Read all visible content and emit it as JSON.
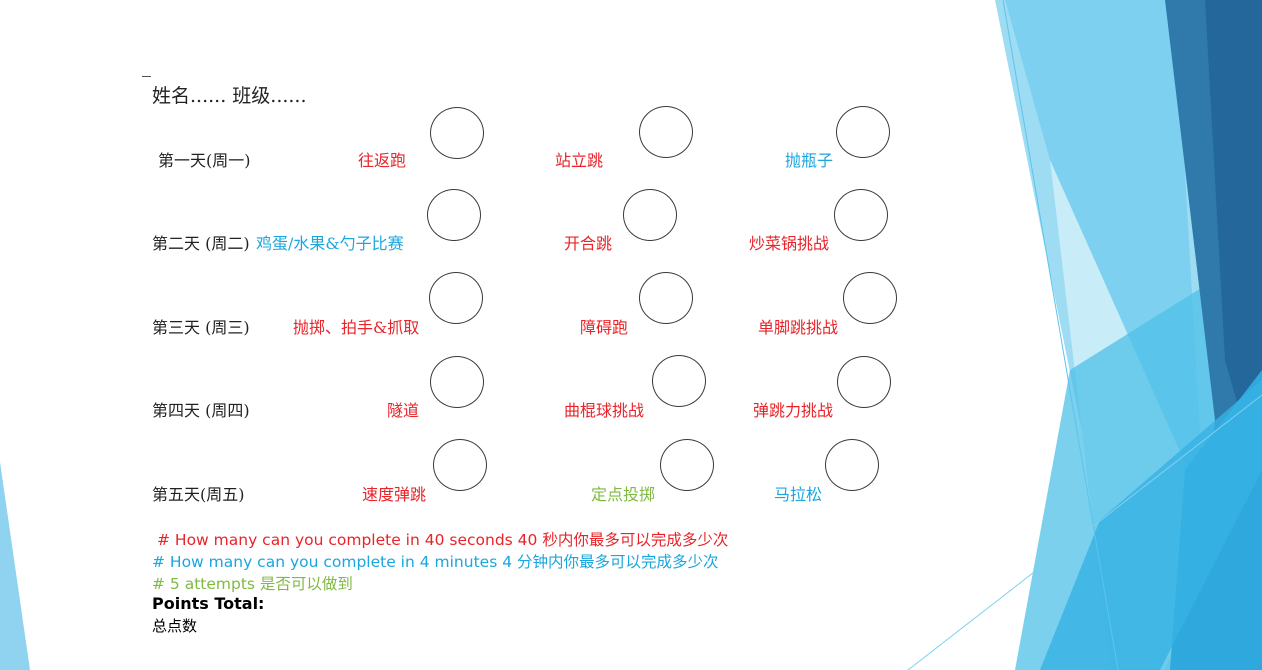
{
  "header": {
    "name_class_line": "姓名...... 班级......"
  },
  "colors": {
    "red": "#e8242a",
    "blue": "#1ba6de",
    "green": "#7fba42",
    "text": "#222222"
  },
  "days": [
    {
      "label": "第一天(周一)",
      "activities": [
        {
          "label": "往返跑",
          "color": "red"
        },
        {
          "label": "站立跳",
          "color": "red"
        },
        {
          "label": "抛瓶子",
          "color": "blue"
        }
      ]
    },
    {
      "label": "第二天 (周二)",
      "activities": [
        {
          "label": "鸡蛋/水果&勺子比赛",
          "color": "blue"
        },
        {
          "label": "开合跳",
          "color": "red"
        },
        {
          "label": "炒菜锅挑战",
          "color": "red"
        }
      ]
    },
    {
      "label": "第三天 (周三)",
      "activities": [
        {
          "label": "抛掷、拍手&抓取",
          "color": "red"
        },
        {
          "label": "障碍跑",
          "color": "red"
        },
        {
          "label": "单脚跳挑战",
          "color": "red"
        }
      ]
    },
    {
      "label": "第四天 (周四)",
      "activities": [
        {
          "label": "隧道",
          "color": "red"
        },
        {
          "label": "曲棍球挑战",
          "color": "red"
        },
        {
          "label": "弹跳力挑战",
          "color": "red"
        }
      ]
    },
    {
      "label": "第五天(周五)",
      "activities": [
        {
          "label": "速度弹跳",
          "color": "red"
        },
        {
          "label": "定点投掷",
          "color": "green"
        },
        {
          "label": "马拉松",
          "color": "blue"
        }
      ]
    }
  ],
  "legend": [
    {
      "text": "# How many can you complete in 40 seconds 40 秒内你最多可以完成多少次",
      "color": "red"
    },
    {
      "text": "# How many can you complete in 4 minutes 4 分钟内你最多可以完成多少次",
      "color": "blue"
    },
    {
      "text": "# 5 attempts 是否可以做到",
      "color": "green"
    }
  ],
  "points": {
    "title": "Points Total:",
    "subtitle": "总点数"
  }
}
